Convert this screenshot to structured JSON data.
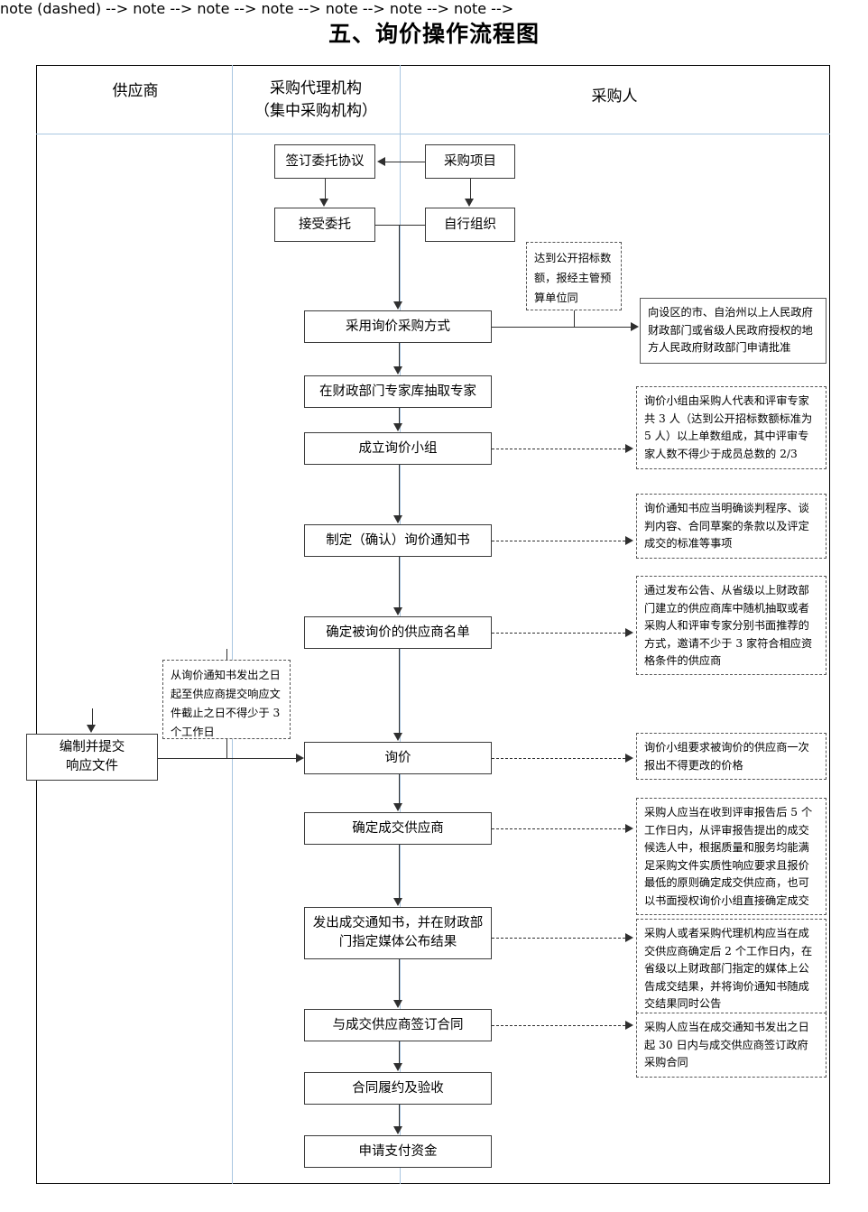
{
  "title": "五、询价操作流程图",
  "lanes": [
    {
      "label": "供应商"
    },
    {
      "label": "采购代理机构\n（集中采购机构）",
      "line1": "采购代理机构",
      "line2": "（集中采购机构）"
    },
    {
      "label": "采购人"
    }
  ],
  "nodes": {
    "sign_entrust": "签订委托协议",
    "purchase_project": "采购项目",
    "accept_entrust": "接受委托",
    "self_organize": "自行组织",
    "adopt_inquiry": "采用询价采购方式",
    "draw_experts": "在财政部门专家库抽取专家",
    "form_group": "成立询价小组",
    "make_notice": "制定（确认）询价通知书",
    "confirm_list": "确定被询价的供应商名单",
    "prepare_submit_l1": "编制并提交",
    "prepare_submit_l2": "响应文件",
    "inquiry": "询价",
    "determine_supplier": "确定成交供应商",
    "issue_notice_l1": "发出成交通知书，并在财政部",
    "issue_notice_l2": "门指定媒体公布结果",
    "sign_contract": "与成交供应商签订合同",
    "contract_perform": "合同履约及验收",
    "apply_payment": "申请支付资金"
  },
  "notes": {
    "public_bid_threshold": "达到公开招标数额，报经主管预算单位同",
    "apply_approval": "向设区的市、自治州以上人民政府财政部门或省级人民政府授权的地方人民政府财政部门申请批准",
    "group_composition": "询价小组由采购人代表和评审专家共 3 人（达到公开招标数额标准为 5 人）以上单数组成，其中评审专家人数不得少于成员总数的 2/3",
    "notice_content": "询价通知书应当明确谈判程序、谈判内容、合同草案的条款以及评定成交的标准等事项",
    "invite_suppliers": "通过发布公告、从省级以上财政部门建立的供应商库中随机抽取或者采购人和评审专家分别书面推荐的方式，邀请不少于 3 家符合相应资格条件的供应商",
    "response_deadline": "从询价通知书发出之日起至供应商提交响应文件截止之日不得少于 3 个工作日",
    "one_time_quote": "询价小组要求被询价的供应商一次报出不得更改的价格",
    "determine_rule": "采购人应当在收到评审报告后 5 个工作日内，从评审报告提出的成交候选人中，根据质量和服务均能满足采购文件实质性响应要求且报价最低的原则确定成交供应商，也可以书面授权询价小组直接确定成交",
    "announce_result": "采购人或者采购代理机构应当在成交供应商确定后 2 个工作日内，在省级以上财政部门指定的媒体上公告成交结果，并将询价通知书随成交结果同时公告",
    "sign_within_30": "采购人应当在成交通知书发出之日起 30 日内与成交供应商签订政府采购合同"
  },
  "colors": {
    "frame_border": "#000000",
    "lane_divider": "#a9c6e0",
    "node_border": "#3a3a3a",
    "note_border": "#555555",
    "connector": "#2f2f2f",
    "background": "#ffffff"
  }
}
